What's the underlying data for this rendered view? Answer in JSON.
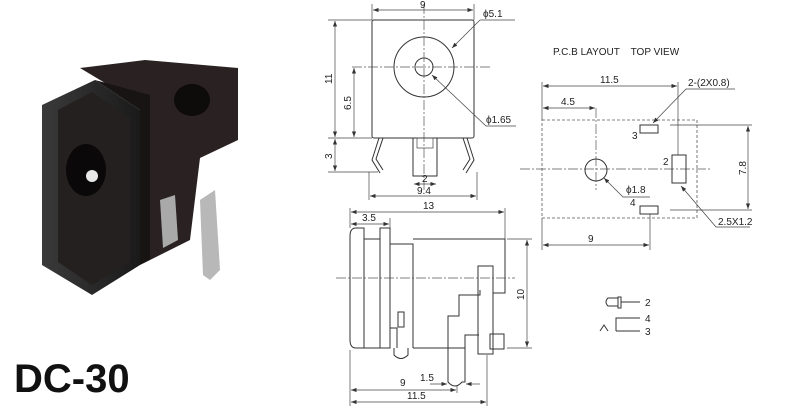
{
  "product": {
    "model": "DC-30"
  },
  "front_view": {
    "width": "9",
    "outer_diameter": "ϕ5.1",
    "inner_diameter": "ϕ1.65",
    "height": "11",
    "center_height": "6.5",
    "leg_length": "3",
    "pin_width": "2",
    "leg_span": "9.4"
  },
  "pcb_layout": {
    "title": "P.C.B LAYOUT    TOP VIEW",
    "overall_width": "11.5",
    "hole_offset": "4.5",
    "pad_size_small": "2-(2X0.8)",
    "hole_diameter": "ϕ1.8",
    "pad_size_large": "2.5X1.2",
    "pad_spacing": "7.8",
    "bottom_width": "9",
    "pin_labels": {
      "p2": "2",
      "p3": "3",
      "p4": "4"
    }
  },
  "side_view": {
    "length": "13",
    "flange": "3.5",
    "height": "10",
    "pin_pos": "9",
    "pin_width": "1.5",
    "total_length": "11.5"
  },
  "schematic": {
    "pin_labels": {
      "p2": "2",
      "p4": "4",
      "p3": "3"
    }
  }
}
